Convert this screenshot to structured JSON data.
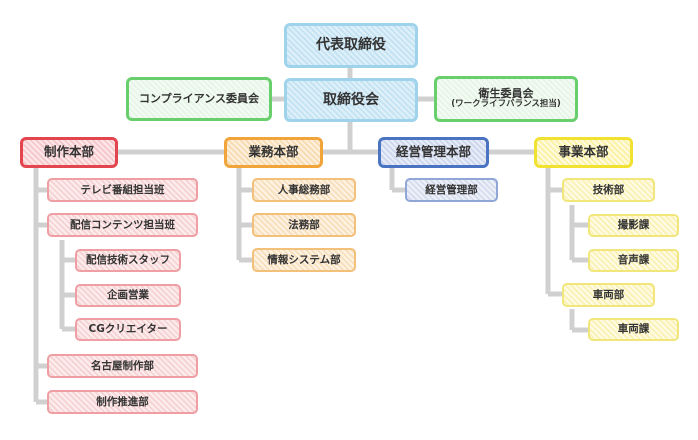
{
  "top": {
    "ceo": "代表取締役",
    "board": "取締役会",
    "compliance": "コンプライアンス委員会",
    "health": "衛生委員会",
    "health_sub": "(ワークライフバランス担当)"
  },
  "divisions": {
    "production": {
      "label": "制作本部",
      "items": [
        "テレビ番組担当班",
        "配信コンテンツ担当班",
        "名古屋制作部",
        "制作推進部"
      ],
      "sub_items": [
        "配信技術スタッフ",
        "企画営業",
        "CGクリエイター"
      ]
    },
    "business": {
      "label": "業務本部",
      "items": [
        "人事総務部",
        "法務部",
        "情報システム部"
      ]
    },
    "management": {
      "label": "経営管理本部",
      "items": [
        "経営管理部"
      ]
    },
    "operations": {
      "label": "事業本部",
      "tech": "技術部",
      "tech_items": [
        "撮影課",
        "音声課"
      ],
      "vehicle": "車両部",
      "vehicle_items": [
        "車両課"
      ]
    }
  },
  "colors": {
    "blue": "#9fd3ec",
    "green": "#69cf6c",
    "red": "#e2454e",
    "orange": "#f0a43a",
    "navy": "#4a74c2",
    "yellow": "#f1e232",
    "line": "#d0d0d0"
  }
}
